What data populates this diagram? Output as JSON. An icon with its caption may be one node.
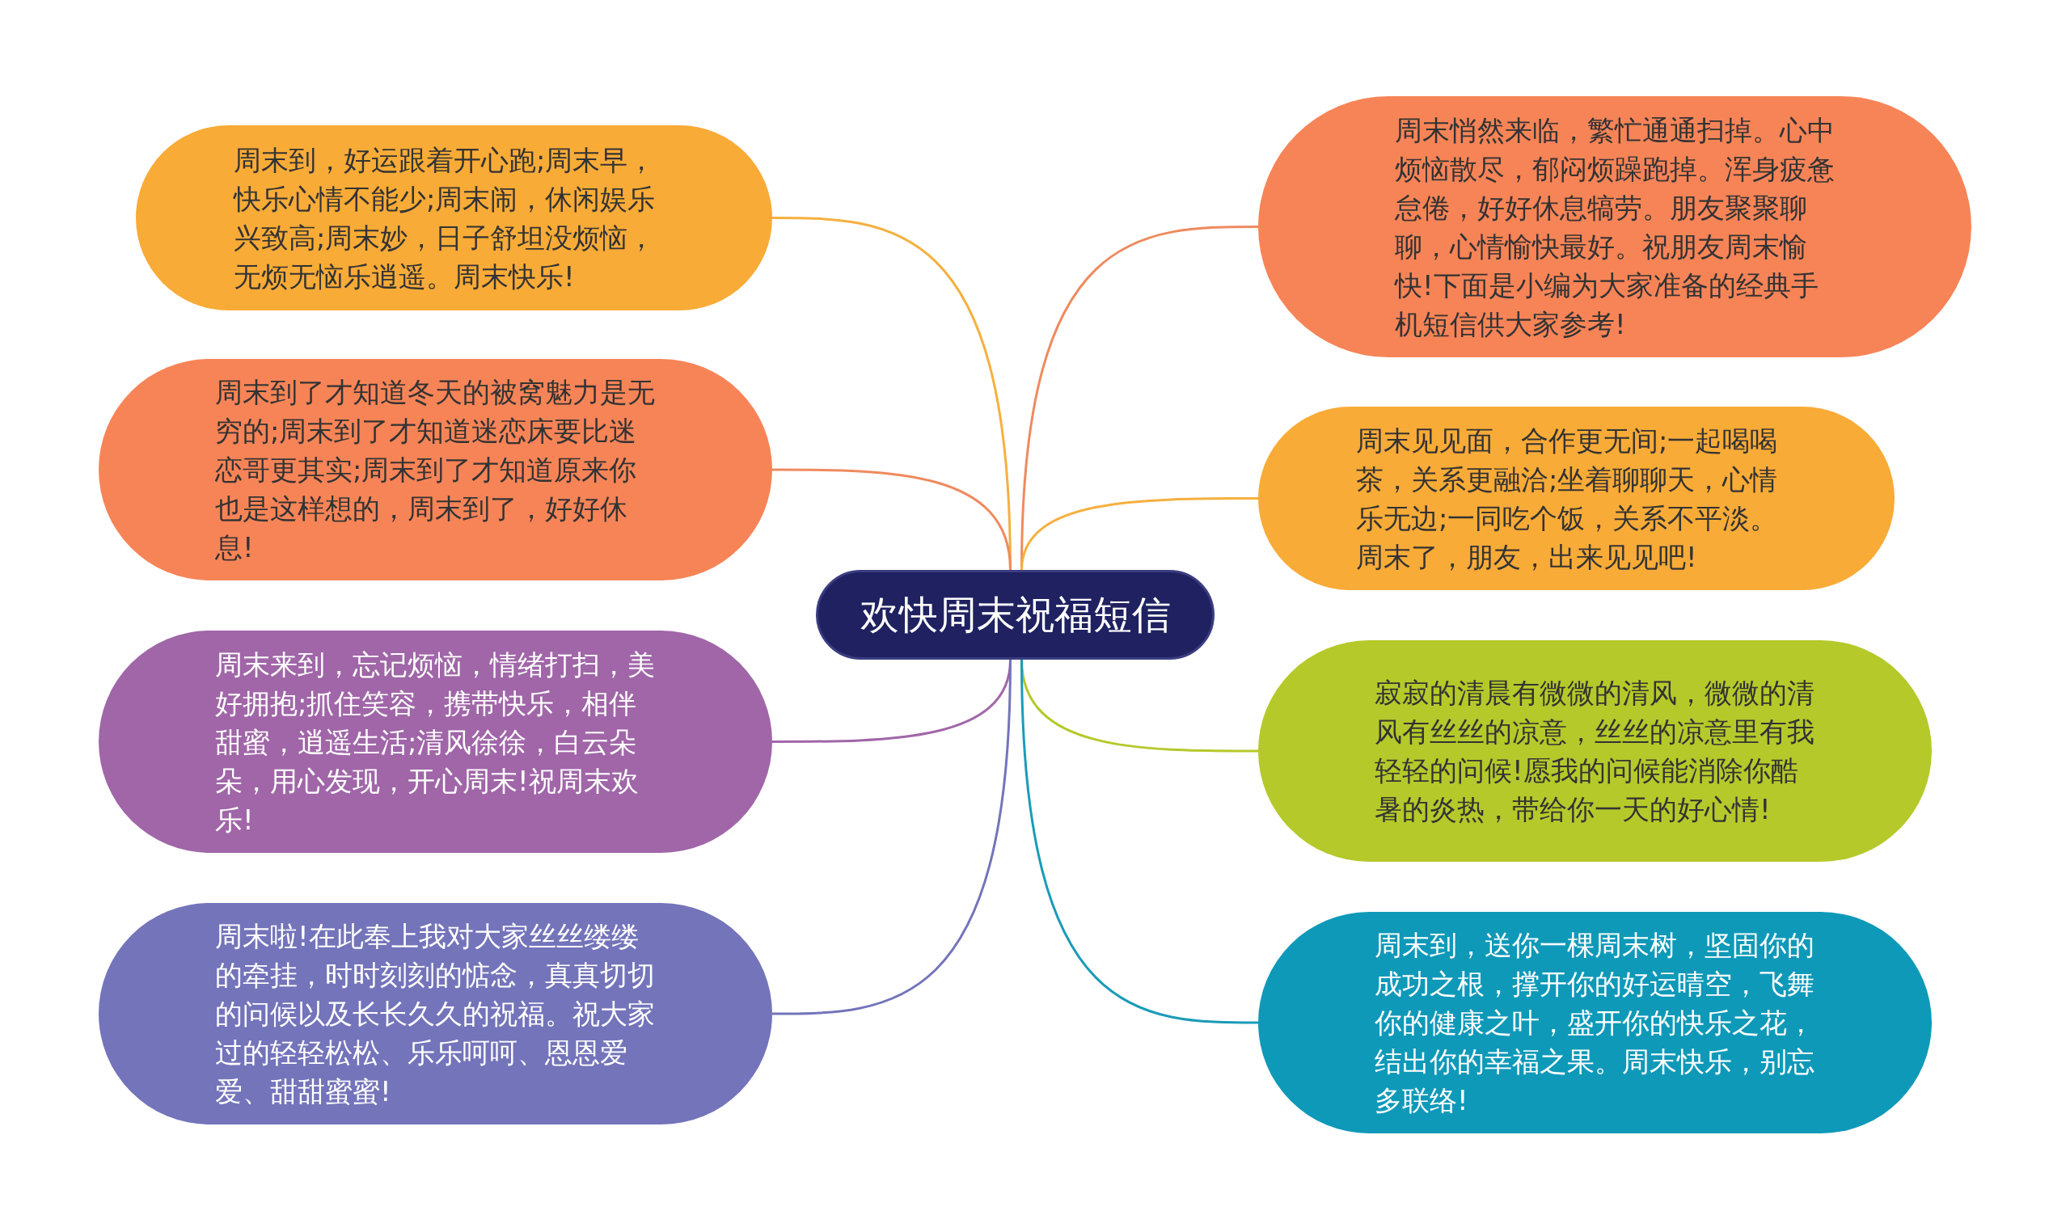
{
  "diagram": {
    "nodes": [
      {
        "text": [
          "欢快周末祝福短信"
        ]
      },
      {
        "text": [
          "周末到，好运跟着开心跑;周末早，快乐心情不能少;周末闹，休闲娱乐兴致高;周末妙，日子舒坦没烦恼，无烦无恼乐逍遥。周末快乐!"
        ]
      },
      {
        "text": [
          "周末到了才知道冬天的被窝魅力是无穷的;周末到了才知道迷恋床要比迷恋哥更其实;周末到了才知道原来你也是这样想的，周末到了，好好休息!"
        ]
      },
      {
        "text": [
          "周末来到，忘记烦恼，情绪打扫，美好拥抱;抓住笑容，携带快乐，相伴甜蜜，逍遥生活;清风徐徐，白云朵朵，用心发现，开心周末!祝周末欢乐!"
        ]
      },
      {
        "text": [
          "周末啦!在此奉上我对大家丝丝缕缕的牵挂，时时刻刻的惦念，真真切切的问候以及长长久久的祝福。祝大家过的轻轻松松、乐乐呵呵、恩恩爱爱、甜甜蜜蜜!"
        ]
      },
      {
        "text": [
          "周末悄然来临，繁忙通通扫掉。心中烦恼散尽，郁闷烦躁跑掉。浑身疲惫怠倦，好好休息犒劳。朋友聚聚聊聊，心情愉快最好。祝朋友周末愉快!下面是小编为大家准备的经典手机短信供大家参考!"
        ]
      },
      {
        "text": [
          "周末见见面，合作更无间;一起喝喝茶，关系更融洽;坐着聊聊天，心情乐无边;一同吃个饭，关系不平淡。周末了，朋友，出来见见吧!"
        ]
      },
      {
        "text": [
          "寂寂的清晨有微微的清风，微微的清风有丝丝的凉意，丝丝的凉意里有我轻轻的问候!愿我的问候能消除你酷暑的炎热，带给你一天的好心情!"
        ]
      },
      {
        "text": [
          "周末到，送你一棵周末树，坚固你的成功之根，撑开你的好运晴空，飞舞你的健康之叶，盛开你的快乐之花，结出你的幸福之果。周末快乐，别忘多联络!"
        ]
      }
    ],
    "edges": [
      {
        "from": 0,
        "to": 1,
        "arrow": "none",
        "color": "#f5b03f"
      },
      {
        "from": 0,
        "to": 2,
        "arrow": "none",
        "color": "#ef8a5e"
      },
      {
        "from": 0,
        "to": 3,
        "arrow": "none",
        "color": "#a066a8"
      },
      {
        "from": 0,
        "to": 4,
        "arrow": "none",
        "color": "#7474bb"
      },
      {
        "from": 0,
        "to": 5,
        "arrow": "none",
        "color": "#ef8a5e"
      },
      {
        "from": 0,
        "to": 6,
        "arrow": "none",
        "color": "#f5b03f"
      },
      {
        "from": 0,
        "to": 7,
        "arrow": "none",
        "color": "#b5c92a"
      },
      {
        "from": 0,
        "to": 8,
        "arrow": "none",
        "color": "#1a9bb8"
      }
    ]
  }
}
